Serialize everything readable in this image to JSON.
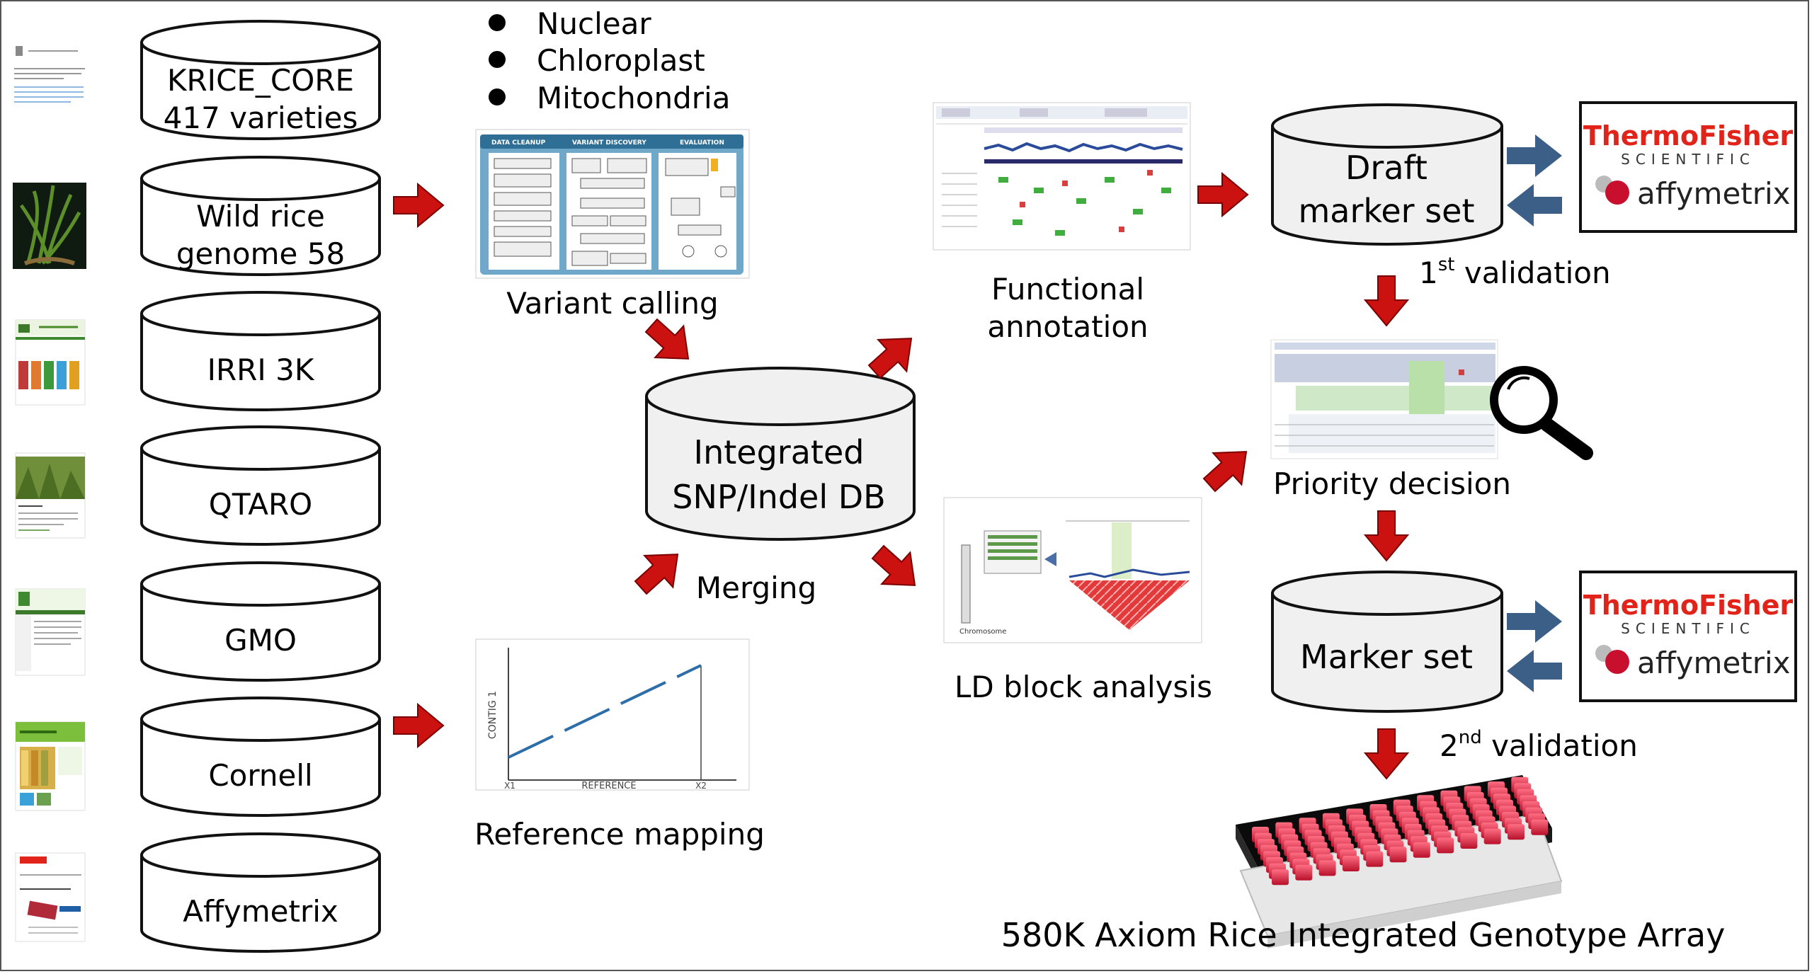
{
  "sources": [
    {
      "line1": "KRICE_CORE",
      "line2": "417 varieties"
    },
    {
      "line1": "Wild rice",
      "line2": "genome 58"
    },
    {
      "line1": "IRRI 3K",
      "line2": ""
    },
    {
      "line1": "QTARO",
      "line2": ""
    },
    {
      "line1": "GMO",
      "line2": ""
    },
    {
      "line1": "Cornell",
      "line2": ""
    },
    {
      "line1": "Affymetrix",
      "line2": ""
    }
  ],
  "genome_types": [
    "Nuclear",
    "Chloroplast",
    "Mitochondria"
  ],
  "variant_calling": {
    "label": "Variant calling",
    "header": [
      "DATA CLEANUP",
      "VARIANT DISCOVERY",
      "EVALUATION"
    ]
  },
  "reference_mapping": {
    "label": "Reference mapping",
    "y_axis": "CONTIG 1",
    "x_axis": "REFERENCE",
    "x1": "X1",
    "x2": "X2"
  },
  "integrated_db": {
    "line1": "Integrated",
    "line2": "SNP/Indel DB"
  },
  "merging_label": "Merging",
  "functional_annotation": {
    "line1": "Functional",
    "line2": "annotation"
  },
  "ld_block": {
    "label": "LD block analysis",
    "chromosome_label": "Chromosome"
  },
  "draft_marker_set": {
    "line1": "Draft",
    "line2": "marker set"
  },
  "first_validation": {
    "prefix": "1",
    "superscript": "st",
    "text": " validation"
  },
  "priority_decision": "Priority decision",
  "marker_set": "Marker set",
  "second_validation": {
    "prefix": "2",
    "superscript": "nd",
    "text": " validation"
  },
  "vendor": {
    "brand1": "ThermoFisher",
    "brand1_sub": "SCIENTIFIC",
    "brand2": "affymetrix"
  },
  "final_product": "580K Axiom Rice Integrated Genotype Array",
  "colors": {
    "arrow_red": "#cc1111",
    "arrow_blue": "#3b5f86",
    "thermo_red": "#e2231a",
    "affy_red": "#c8102e"
  }
}
